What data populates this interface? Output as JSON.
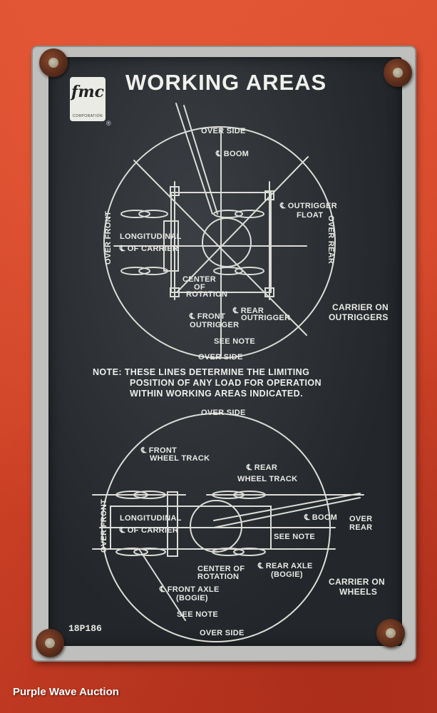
{
  "title": "WORKING AREAS",
  "logo": {
    "text": "fmc",
    "sub": "CORPORATION",
    "reg": "®"
  },
  "top_diagram": {
    "over_side_top": "OVER SIDE",
    "boom": "℄ BOOM",
    "outrigger_float": [
      "℄ OUTRIGGER",
      "FLOAT"
    ],
    "over_front": "OVER FRONT",
    "over_rear": "OVER REAR",
    "longitudinal": [
      "LONGITUDINAL",
      "℄ OF CARRIER"
    ],
    "center_rotation": [
      "CENTER",
      "OF",
      "ROTATION"
    ],
    "front_outrigger": [
      "℄ FRONT",
      "OUTRIGGER"
    ],
    "rear_outrigger": [
      "℄ REAR",
      "OUTRIGGER"
    ],
    "see_note": "SEE NOTE",
    "over_side_bottom": "OVER SIDE",
    "carrier": [
      "CARRIER ON",
      "OUTRIGGERS"
    ]
  },
  "note": {
    "line1": "NOTE:  THESE LINES DETERMINE THE LIMITING",
    "line2": "POSITION OF ANY LOAD FOR OPERATION",
    "line3": "WITHIN WORKING AREAS INDICATED."
  },
  "bottom_diagram": {
    "over_side_top": "OVER SIDE",
    "front_wheel_track": [
      "℄ FRONT",
      "WHEEL TRACK"
    ],
    "rear_wheel_track": [
      "℄ REAR",
      "WHEEL TRACK"
    ],
    "over_front": "OVER FRONT",
    "longitudinal": [
      "LONGITUDINAL",
      "℄ OF CARRIER"
    ],
    "boom": "℄ BOOM",
    "over_rear": [
      "OVER",
      "REAR"
    ],
    "see_note_right": "SEE NOTE",
    "center_rotation": [
      "CENTER OF",
      "ROTATION"
    ],
    "rear_axle": [
      "℄ REAR AXLE",
      "(BOGIE)"
    ],
    "front_axle": [
      "℄ FRONT AXLE",
      "(BOGIE)"
    ],
    "see_note_bottom": "SEE NOTE",
    "over_side_bottom": "OVER SIDE",
    "carrier": [
      "CARRIER ON",
      "WHEELS"
    ]
  },
  "part_code": "18P186",
  "watermark": "Purple Wave Auction"
}
